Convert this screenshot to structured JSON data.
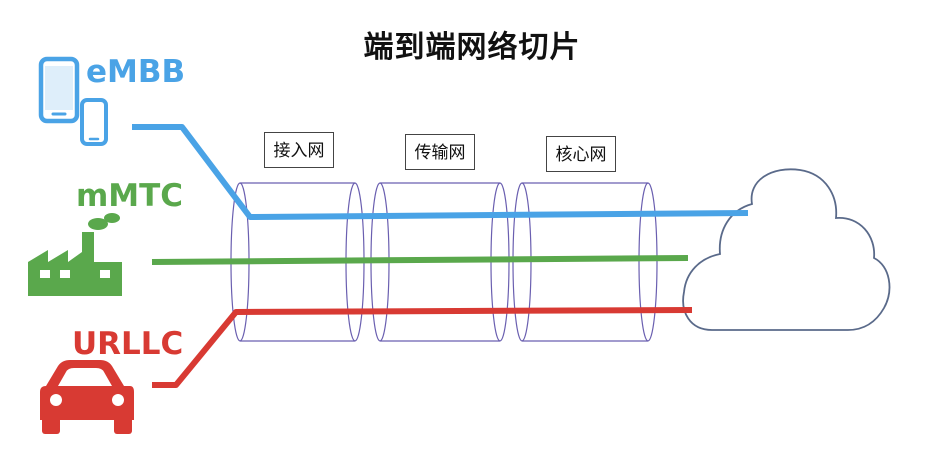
{
  "title": "端到端网络切片",
  "services": {
    "embb": {
      "label": "eMBB",
      "color": "#4aa3e6"
    },
    "mmtc": {
      "label": "mMTC",
      "color": "#5aa84c"
    },
    "urllc": {
      "label": "URLLC",
      "color": "#d83a33"
    }
  },
  "segments": {
    "access": "接入网",
    "transport": "传输网",
    "core": "核心网"
  },
  "colors": {
    "pipe_outline": "#6a5fb0",
    "cloud_outline": "#5a6a8a",
    "label_border": "#444444"
  },
  "icons": {
    "embb": "smartphone-icon",
    "mmtc": "factory-icon",
    "urllc": "car-icon",
    "destination": "cloud-icon"
  }
}
